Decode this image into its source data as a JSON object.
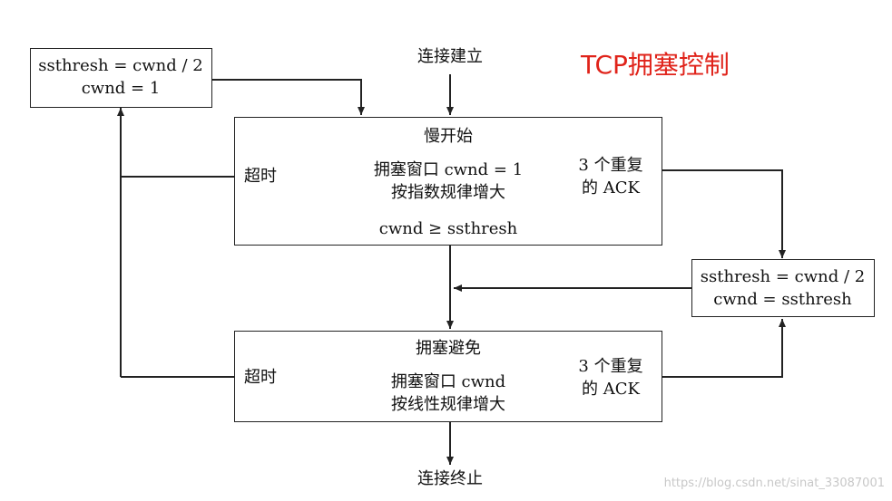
{
  "title": "TCP拥塞控制",
  "watermark": "https://blog.csdn.net/sinat_33087001",
  "start": "连接建立",
  "end": "连接终止",
  "slow_start": {
    "title": "慢开始",
    "timeout": "超时",
    "line1": "拥塞窗口 cwnd = 1",
    "line2": "按指数规律增大",
    "threshold": "cwnd ≥ ssthresh",
    "dupack1": "3 个重复",
    "dupack2": "的 ACK"
  },
  "congestion_avoidance": {
    "title": "拥塞避免",
    "timeout": "超时",
    "line1": "拥塞窗口 cwnd",
    "line2": "按线性规律增大",
    "dupack1": "3 个重复",
    "dupack2": "的 ACK"
  },
  "timeout_box": {
    "line1": "ssthresh = cwnd / 2",
    "line2": "cwnd = 1"
  },
  "fast_box": {
    "line1": "ssthresh = cwnd / 2",
    "line2": "cwnd = ssthresh"
  },
  "colors": {
    "title": "#e0231a",
    "stroke": "#222222"
  }
}
